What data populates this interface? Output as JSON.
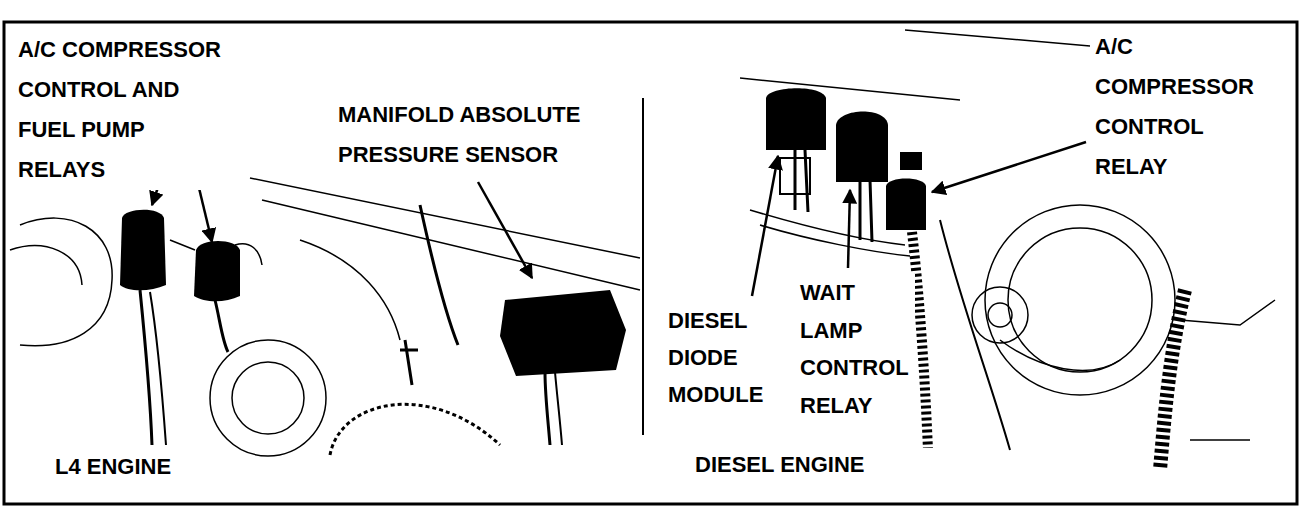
{
  "diagram": {
    "labels": [
      "A/C COMPRESSOR CONTROL AND FUEL PUMP RELAYS",
      "MANIFOLD ABSOLUTE PRESSURE SENSOR",
      "L4 ENGINE",
      "A/C COMPRESSOR CONTROL RELAY",
      "DIESEL DIODE MODULE",
      "WAIT LAMP CONTROL RELAY",
      "DIESEL ENGINE"
    ]
  }
}
